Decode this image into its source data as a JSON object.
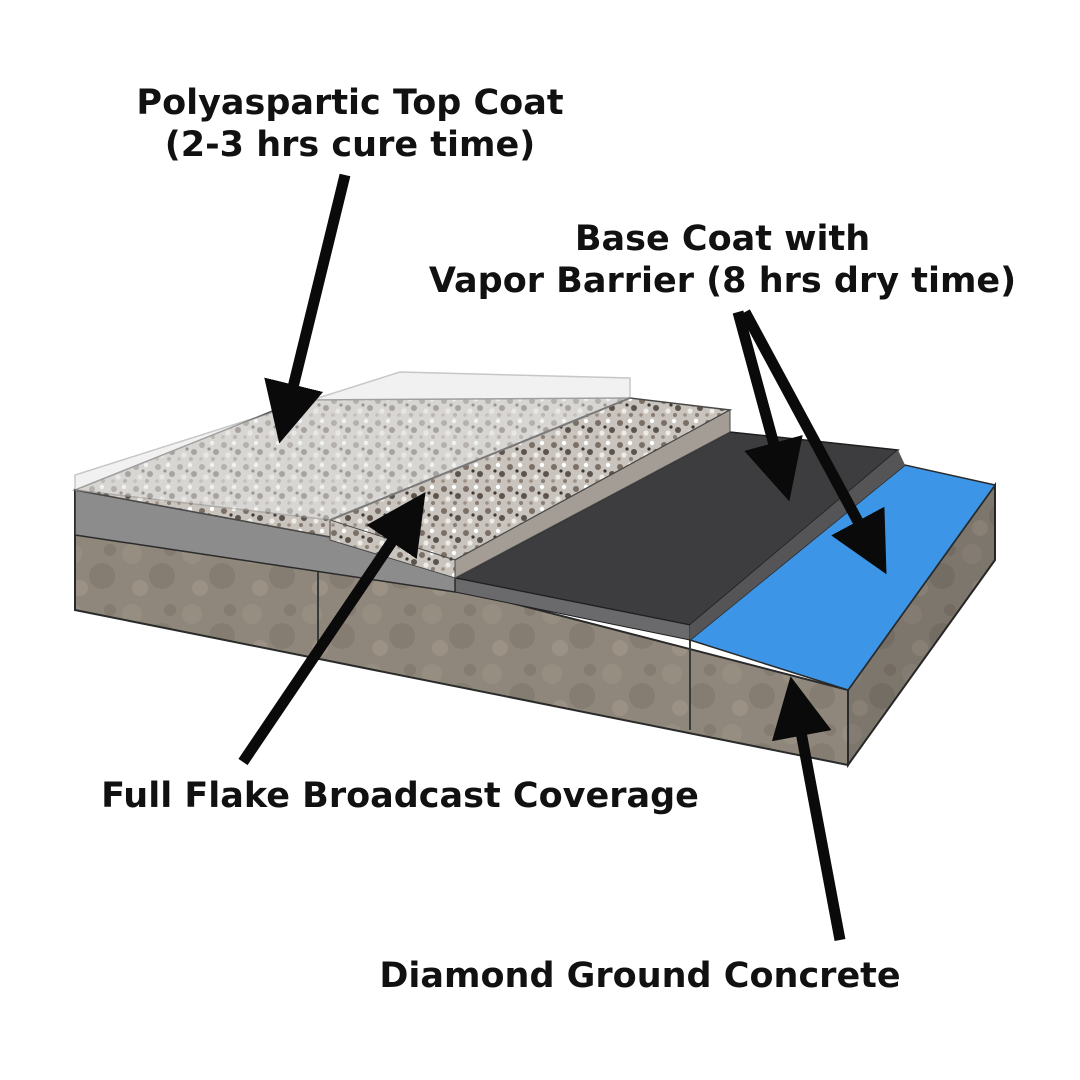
{
  "labels": {
    "top_coat": {
      "line1": "Polyaspartic Top Coat",
      "line2": "(2-3 hrs cure time)"
    },
    "base_coat": {
      "line1": "Base Coat with",
      "line2": "Vapor Barrier (8 hrs dry time)"
    },
    "flake": "Full Flake Broadcast Coverage",
    "concrete": "Diamond Ground Concrete"
  },
  "colors": {
    "text": "#111111",
    "arrow": "#0a0a0a",
    "vapor_barrier": "#3c95e6",
    "base_coat": "#3d3d3f",
    "concrete": "#8d8478",
    "flake": "#b9b4ad",
    "top_coat": "#dcdcdc"
  }
}
